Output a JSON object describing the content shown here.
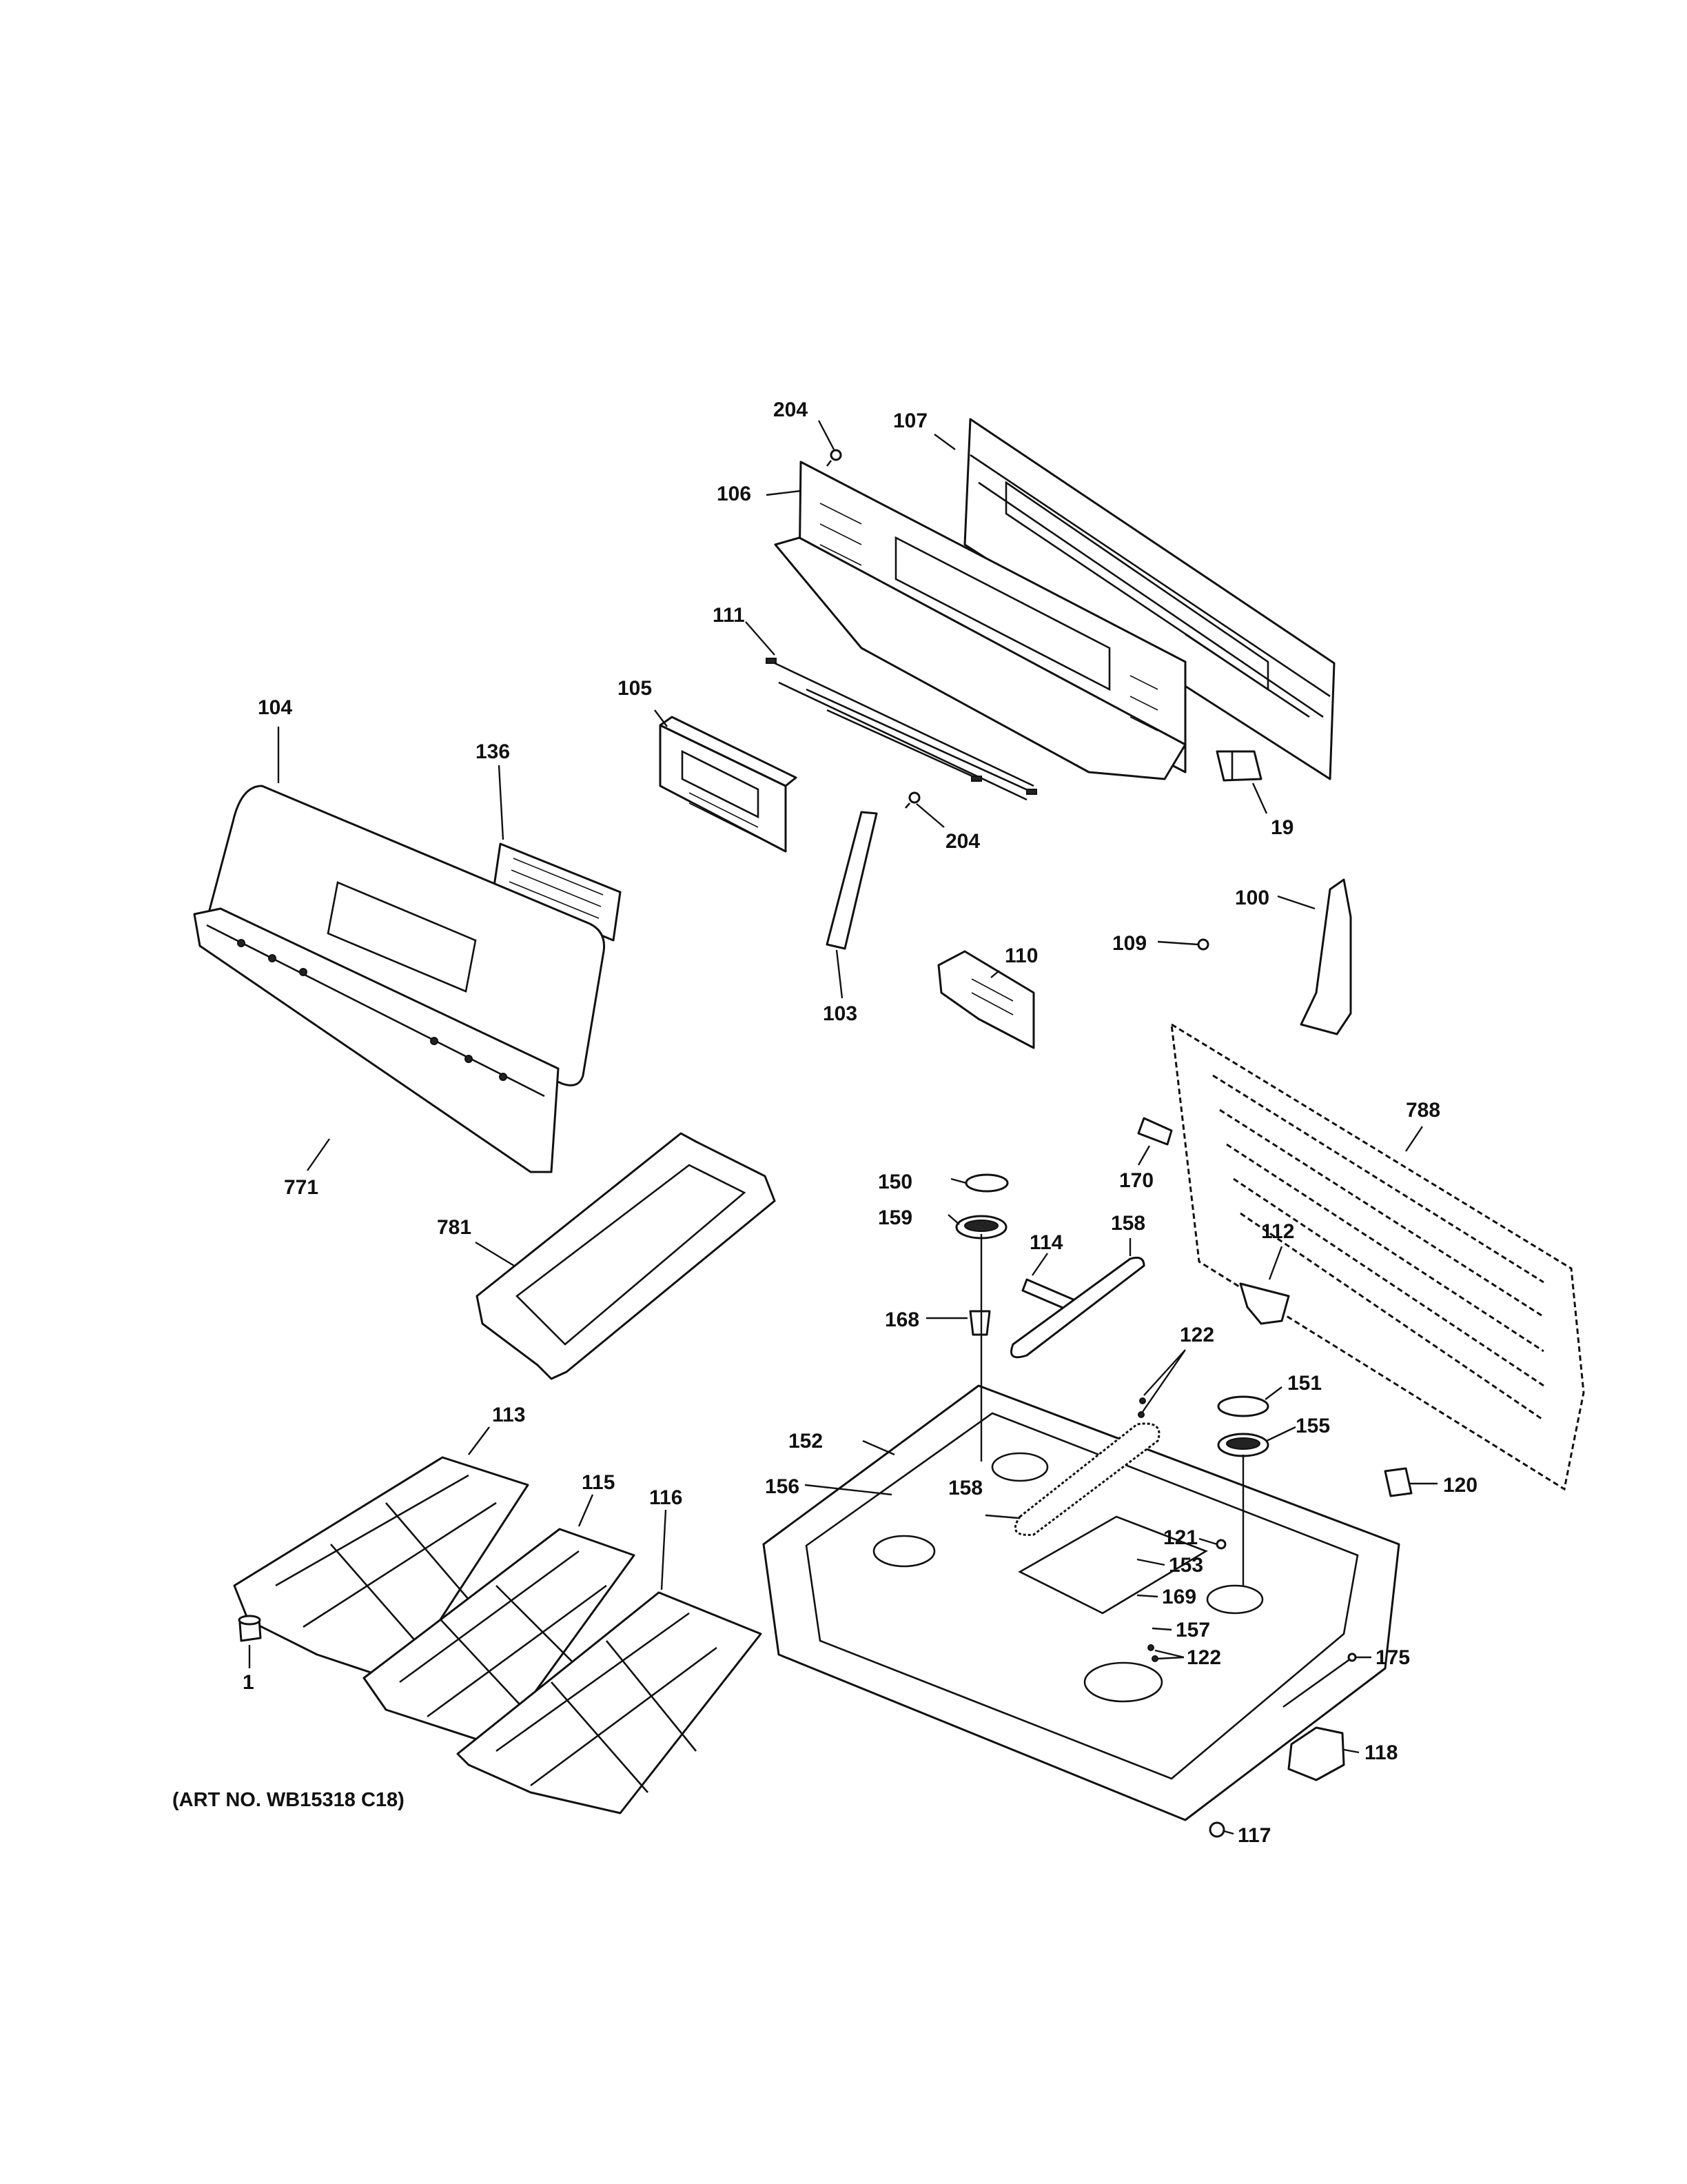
{
  "labels": {
    "p204a": "204",
    "p107": "107",
    "p106": "106",
    "p111": "111",
    "p105": "105",
    "p204b": "204",
    "p19": "19",
    "p104": "104",
    "p136": "136",
    "p100": "100",
    "p109": "109",
    "p110": "110",
    "p103": "103",
    "p771": "771",
    "p788": "788",
    "p170": "170",
    "p150": "150",
    "p159": "159",
    "p158a": "158",
    "p114": "114",
    "p781": "781",
    "p112": "112",
    "p168": "168",
    "p122a": "122",
    "p151": "151",
    "p113": "113",
    "p152": "152",
    "p155": "155",
    "p115": "115",
    "p116": "116",
    "p156": "156",
    "p158b": "158",
    "p120": "120",
    "p121": "121",
    "p153": "153",
    "p169": "169",
    "p157": "157",
    "p122b": "122",
    "p175": "175",
    "p1": "1",
    "p118": "118",
    "p117": "117"
  },
  "art_number": "(ART NO. WB15318 C18)"
}
